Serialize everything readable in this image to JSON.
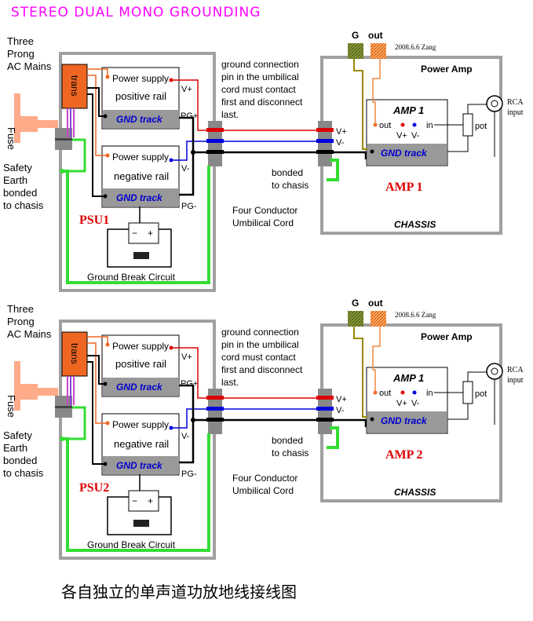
{
  "title": "STEREO DUAL MONO GROUNDING",
  "caption": "各自独立的单声道功放地线接线图",
  "colors": {
    "title": "#ff00ff",
    "chassis_gray": "#a0a0a0",
    "ground_green": "#33dd33",
    "amp_label_red": "#dd0000",
    "trans_orange": "#ee6622",
    "plug_salmon": "#ffaa88",
    "gnd_track_blue": "#0000cc"
  },
  "channels": [
    {
      "ac_mains": [
        "Three",
        "Prong",
        "AC Mains"
      ],
      "fuse": "Fuse",
      "safety": [
        "Safety",
        "Earth",
        "bonded",
        "to chasis"
      ],
      "trans": "trans",
      "psu_pos_title": "Power supply",
      "psu_pos_rail": "positive rail",
      "psu_neg_title": "Power supply",
      "psu_neg_rail": "negative rail",
      "gnd_track_pos": "GND track",
      "gnd_track_neg": "GND track",
      "vplus": "V+",
      "vminus": "V-",
      "pgplus": "PG+",
      "pgminus": "PG-",
      "psu_label": "PSU1",
      "ground_break": "Ground Break Circuit",
      "note": [
        "ground connection",
        "pin in the umbilical",
        "cord must contact",
        "first and disconnect",
        "last."
      ],
      "conn_vplus": "V+",
      "conn_vminus": "V-",
      "bonded": [
        "bonded",
        "to chasis"
      ],
      "umbilical": [
        "Four Conductor",
        "Umbilical Cord"
      ],
      "g_label": "G",
      "out_label": "out",
      "date": "2008.6.6 Zang",
      "power_amp": "Power Amp",
      "amp_box_title": "AMP 1",
      "amp_out": "out",
      "amp_in": "in",
      "amp_vplus": "V+",
      "amp_vminus": "V-",
      "amp_gnd": "GND track",
      "pot": "pot",
      "rca": [
        "RCA",
        "input"
      ],
      "amp_big_label": "AMP 1",
      "chassis": "CHASSIS"
    },
    {
      "ac_mains": [
        "Three",
        "Prong",
        "AC Mains"
      ],
      "fuse": "Fuse",
      "safety": [
        "Safety",
        "Earth",
        "bonded",
        "to chasis"
      ],
      "trans": "trans",
      "psu_pos_title": "Power supply",
      "psu_pos_rail": "positive rail",
      "psu_neg_title": "Power supply",
      "psu_neg_rail": "negative rail",
      "gnd_track_pos": "GND track",
      "gnd_track_neg": "GND track",
      "vplus": "V+",
      "vminus": "V-",
      "pgplus": "PG+",
      "pgminus": "PG-",
      "psu_label": "PSU2",
      "ground_break": "Ground Break Circuit",
      "note": [
        "ground connection",
        "pin in the umbilical",
        "cord must contact",
        "first and disconnect",
        "last."
      ],
      "conn_vplus": "V+",
      "conn_vminus": "V-",
      "bonded": [
        "bonded",
        "to chasis"
      ],
      "umbilical": [
        "Four Conductor",
        "Umbilical Cord"
      ],
      "g_label": "G",
      "out_label": "out",
      "date": "2008.6.6 Zang",
      "power_amp": "Power Amp",
      "amp_box_title": "AMP 1",
      "amp_out": "out",
      "amp_in": "in",
      "amp_vplus": "V+",
      "amp_vminus": "V-",
      "amp_gnd": "GND track",
      "pot": "pot",
      "rca": [
        "RCA",
        "input"
      ],
      "amp_big_label": "AMP 2",
      "chassis": "CHASSIS"
    }
  ]
}
